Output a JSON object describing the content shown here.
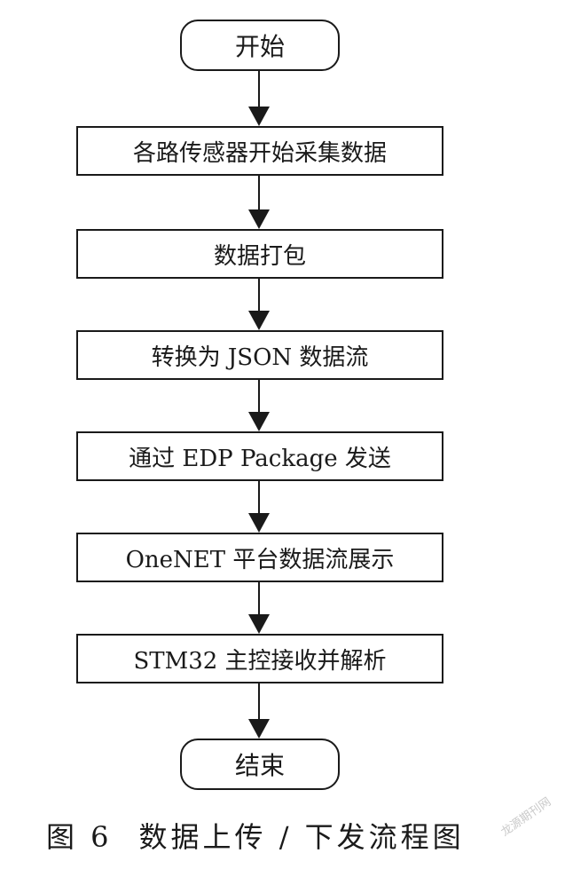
{
  "flowchart": {
    "steps": [
      {
        "label": "开始",
        "type": "terminal"
      },
      {
        "label": "各路传感器开始采集数据",
        "type": "process"
      },
      {
        "label": "数据打包",
        "type": "process"
      },
      {
        "label": "转换为 JSON 数据流",
        "type": "process"
      },
      {
        "label": "通过 EDP Package 发送",
        "type": "process"
      },
      {
        "label": "OneNET 平台数据流展示",
        "type": "process"
      },
      {
        "label": "STM32 主控接收并解析",
        "type": "process"
      },
      {
        "label": "结束",
        "type": "terminal"
      }
    ]
  },
  "caption": {
    "figure_number": "图 6",
    "title": "数据上传 / 下发流程图"
  },
  "watermark": {
    "text": "龙源期刊网"
  }
}
